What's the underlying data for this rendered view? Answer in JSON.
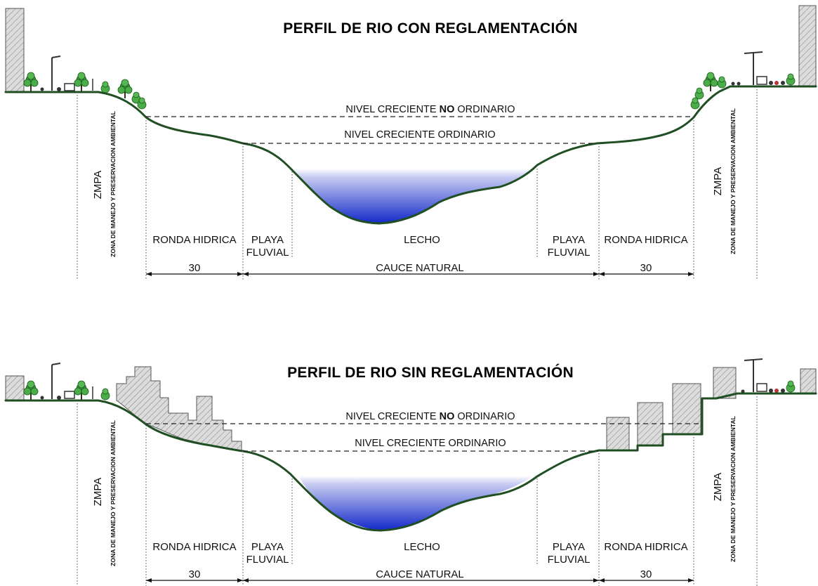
{
  "profiles": [
    {
      "title": "PERFIL DE RIO CON REGLAMENTACIÓN",
      "levels": {
        "high_prefix": "NIVEL CRECIENTE ",
        "high_bold": "NO",
        "high_suffix": " ORDINARIO",
        "ordinary": "NIVEL CRECIENTE ORDINARIO"
      },
      "zones": {
        "ronda_left": "RONDA HIDRICA",
        "playa_left_1": "PLAYA",
        "playa_left_2": "FLUVIAL",
        "lecho": "LECHO",
        "playa_right_1": "PLAYA",
        "playa_right_2": "FLUVIAL",
        "ronda_right": "RONDA HIDRICA"
      },
      "side_labels": {
        "zmpa": "ZMPA",
        "zona": "ZONA DE MANEJO Y PRESERVACION AMBIENTAL"
      },
      "dimensions": {
        "left": "30",
        "center": "CAUCE NATURAL",
        "right": "30"
      }
    },
    {
      "title": "PERFIL DE RIO SIN REGLAMENTACIÓN",
      "levels": {
        "high_prefix": "NIVEL CRECIENTE ",
        "high_bold": "NO",
        "high_suffix": " ORDINARIO",
        "ordinary": "NIVEL CRECIENTE ORDINARIO"
      },
      "zones": {
        "ronda_left": "RONDA HIDRICA",
        "playa_left_1": "PLAYA",
        "playa_left_2": "FLUVIAL",
        "lecho": "LECHO",
        "playa_right_1": "PLAYA",
        "playa_right_2": "FLUVIAL",
        "ronda_right": "RONDA HIDRICA"
      },
      "side_labels": {
        "zmpa": "ZMPA",
        "zona": "ZONA DE MANEJO Y PRESERVACION AMBIENTAL"
      },
      "dimensions": {
        "left": "30",
        "center": "CAUCE NATURAL",
        "right": "30"
      }
    }
  ],
  "colors": {
    "terrain": "#1f4f22",
    "water_top": "#ffffff",
    "water_bottom": "#1228c8",
    "tree": "#3c9a3e",
    "road": "#3f67c9"
  }
}
